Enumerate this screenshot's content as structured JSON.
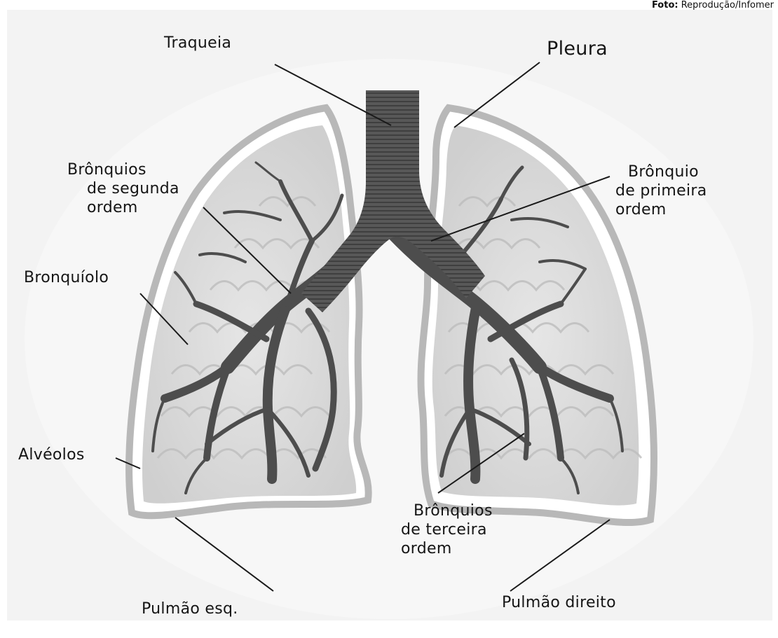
{
  "credit": {
    "bold": "Foto:",
    "text": "Reprodução/Infomer"
  },
  "labels": {
    "trachea": "Traqueia",
    "pleura": "Pleura",
    "secondary_bronchi": [
      "Brônquios",
      "de segunda",
      "ordem"
    ],
    "primary_bronchus": [
      "Brônquio",
      "de primeira",
      "ordem"
    ],
    "bronchiole": "Bronquíolo",
    "alveoli": "Alvéolos",
    "tertiary_bronchi": [
      "Brônquios",
      "de terceira",
      "ordem"
    ],
    "left_lung": "Pulmão esq.",
    "right_lung": "Pulmão direito"
  },
  "colors": {
    "airway": "#545454",
    "lung_fill": "#d6d6d6",
    "outline": "#b9b9b9",
    "leader": "#1a1a1a"
  }
}
